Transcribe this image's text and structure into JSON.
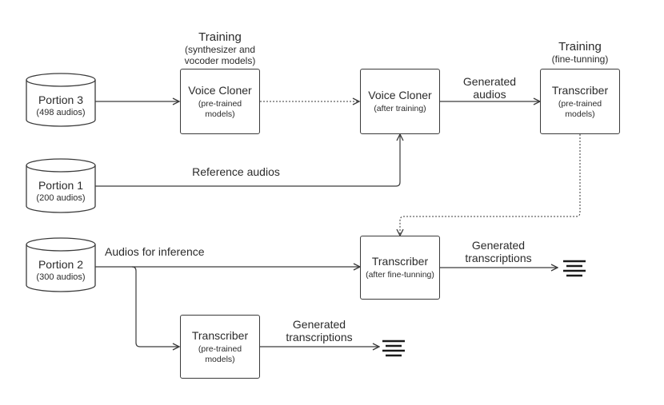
{
  "cylinders": [
    {
      "title": "Portion 3",
      "count": "(498 audios)"
    },
    {
      "title": "Portion 1",
      "count": "(200 audios)"
    },
    {
      "title": "Portion 2",
      "count": "(300 audios)"
    }
  ],
  "boxes": {
    "cloner_pretrained": {
      "title": "Voice Cloner",
      "sub1": "(pre-trained",
      "sub2": "models)"
    },
    "cloner_trained": {
      "title": "Voice Cloner",
      "sub1": "(after training)"
    },
    "transcriber_pretrained_top": {
      "title": "Transcriber",
      "sub1": "(pre-trained",
      "sub2": "models)"
    },
    "transcriber_finetuned": {
      "title": "Transcriber",
      "sub1": "(after fine-tunning)"
    },
    "transcriber_pretrained_bottom": {
      "title": "Transcriber",
      "sub1": "(pre-trained",
      "sub2": "models)"
    }
  },
  "notes": {
    "training1_head": "Training",
    "training1_l1": "(synthesizer and",
    "training1_l2": "vocoder models)",
    "training2_head": "Training",
    "training2_l1": "(fine-tunning)"
  },
  "labels": {
    "generated_audios_1": "Generated",
    "generated_audios_2": "audios",
    "reference_audios": "Reference audios",
    "audios_for_inference": "Audios for inference",
    "gen_trans_top_1": "Generated",
    "gen_trans_top_2": "transcriptions",
    "gen_trans_bottom_1": "Generated",
    "gen_trans_bottom_2": "transcriptions"
  },
  "icons": {
    "cylinder": "database-cylinder-icon",
    "output": "text-lines-icon"
  },
  "colors": {
    "stroke": "#3a3a3a",
    "text": "#2b2b2b",
    "background": "#ffffff"
  }
}
